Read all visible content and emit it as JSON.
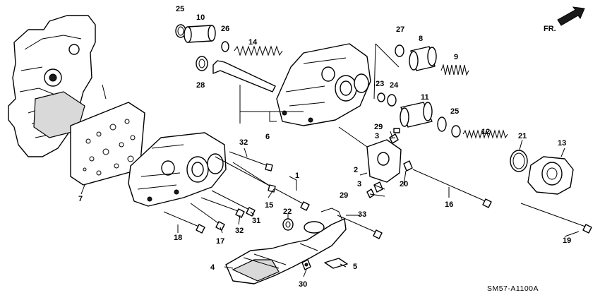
{
  "diagram": {
    "direction_label": "FR.",
    "drawing_code": "SM57-A1100A",
    "callouts": {
      "c1": "1",
      "c2": "2",
      "c3a": "3",
      "c3b": "3",
      "c4": "4",
      "c5": "5",
      "c6": "6",
      "c7": "7",
      "c8": "8",
      "c9": "9",
      "c10": "10",
      "c11": "11",
      "c12": "12",
      "c13": "13",
      "c14": "14",
      "c15": "15",
      "c16": "16",
      "c17": "17",
      "c18": "18",
      "c19": "19",
      "c20": "20",
      "c21": "21",
      "c22": "22",
      "c23": "23",
      "c24": "24",
      "c25a": "25",
      "c25b": "25",
      "c26": "26",
      "c27": "27",
      "c28": "28",
      "c29a": "29",
      "c29b": "29",
      "c30": "30",
      "c31": "31",
      "c32a": "32",
      "c32b": "32",
      "c33": "33"
    }
  }
}
